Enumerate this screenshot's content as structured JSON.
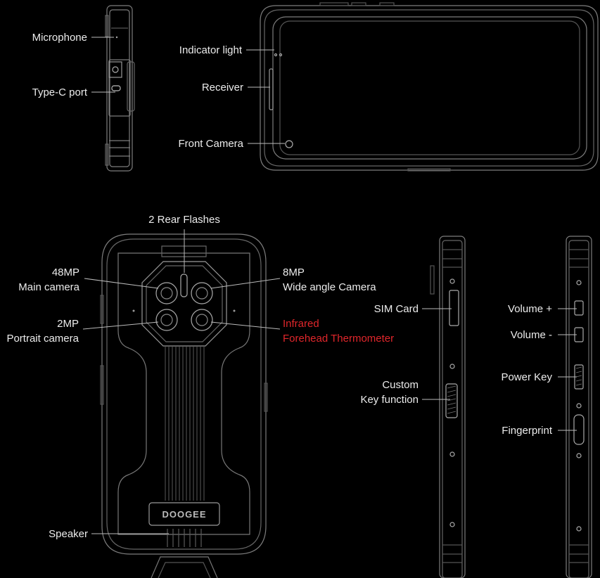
{
  "accent_color": "#e0262b",
  "line_color": "#8a8a8a",
  "logo": "DOOGEE",
  "labels": {
    "microphone": "Microphone",
    "type_c_port": "Type-C port",
    "indicator_light": "Indicator light",
    "receiver": "Receiver",
    "front_camera": "Front Camera",
    "rear_flashes": "2 Rear Flashes",
    "main_camera_line1": "48MP",
    "main_camera_line2": "Main camera",
    "wide_camera_line1": "8MP",
    "wide_camera_line2": "Wide angle Camera",
    "portrait_camera_line1": "2MP",
    "portrait_camera_line2": "Portrait camera",
    "thermometer_line1": "Infrared",
    "thermometer_line2": "Forehead Thermometer",
    "speaker": "Speaker",
    "sim_card": "SIM Card",
    "custom_key_line1": "Custom",
    "custom_key_line2": "Key function",
    "volume_up": "Volume +",
    "volume_down": "Volume -",
    "power_key": "Power Key",
    "fingerprint": "Fingerprint"
  }
}
